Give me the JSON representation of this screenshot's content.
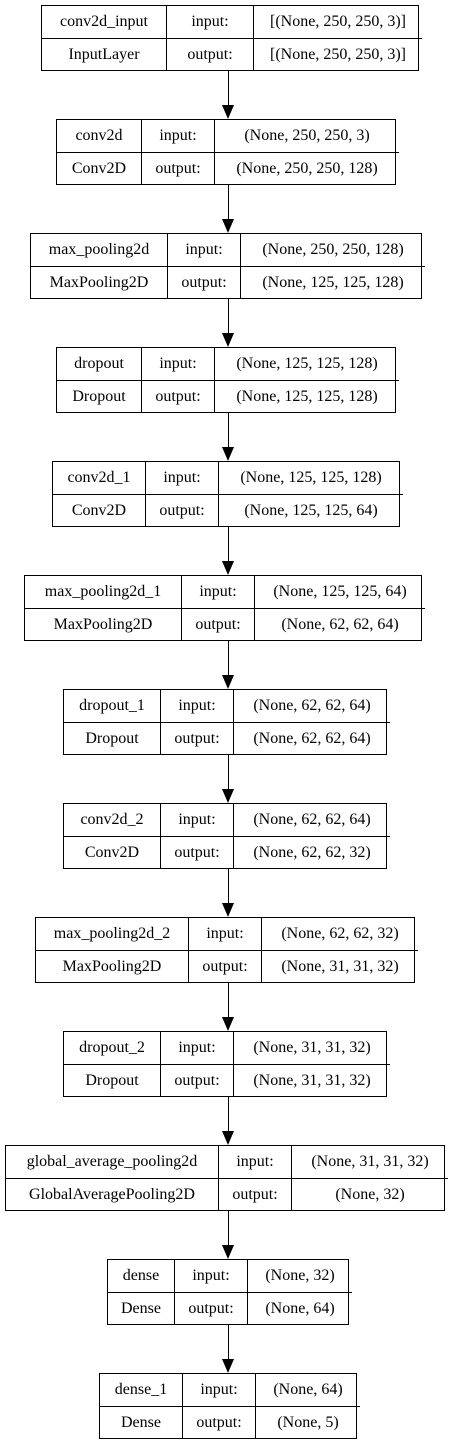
{
  "labels": {
    "input": "input:",
    "output": "output:"
  },
  "layers": [
    {
      "name": "conv2d_input",
      "type": "InputLayer",
      "input": "[(None, 250, 250, 3)]",
      "output": "[(None, 250, 250, 3)]"
    },
    {
      "name": "conv2d",
      "type": "Conv2D",
      "input": "(None, 250, 250, 3)",
      "output": "(None, 250, 250, 128)"
    },
    {
      "name": "max_pooling2d",
      "type": "MaxPooling2D",
      "input": "(None, 250, 250, 128)",
      "output": "(None, 125, 125, 128)"
    },
    {
      "name": "dropout",
      "type": "Dropout",
      "input": "(None, 125, 125, 128)",
      "output": "(None, 125, 125, 128)"
    },
    {
      "name": "conv2d_1",
      "type": "Conv2D",
      "input": "(None, 125, 125, 128)",
      "output": "(None, 125, 125, 64)"
    },
    {
      "name": "max_pooling2d_1",
      "type": "MaxPooling2D",
      "input": "(None, 125, 125, 64)",
      "output": "(None, 62, 62, 64)"
    },
    {
      "name": "dropout_1",
      "type": "Dropout",
      "input": "(None, 62, 62, 64)",
      "output": "(None, 62, 62, 64)"
    },
    {
      "name": "conv2d_2",
      "type": "Conv2D",
      "input": "(None, 62, 62, 64)",
      "output": "(None, 62, 62, 32)"
    },
    {
      "name": "max_pooling2d_2",
      "type": "MaxPooling2D",
      "input": "(None, 62, 62, 32)",
      "output": "(None, 31, 31, 32)"
    },
    {
      "name": "dropout_2",
      "type": "Dropout",
      "input": "(None, 31, 31, 32)",
      "output": "(None, 31, 31, 32)"
    },
    {
      "name": "global_average_pooling2d",
      "type": "GlobalAveragePooling2D",
      "input": "(None, 31, 31, 32)",
      "output": "(None, 32)"
    },
    {
      "name": "dense",
      "type": "Dense",
      "input": "(None, 32)",
      "output": "(None, 64)"
    },
    {
      "name": "dense_1",
      "type": "Dense",
      "input": "(None, 64)",
      "output": "(None, 5)"
    }
  ]
}
